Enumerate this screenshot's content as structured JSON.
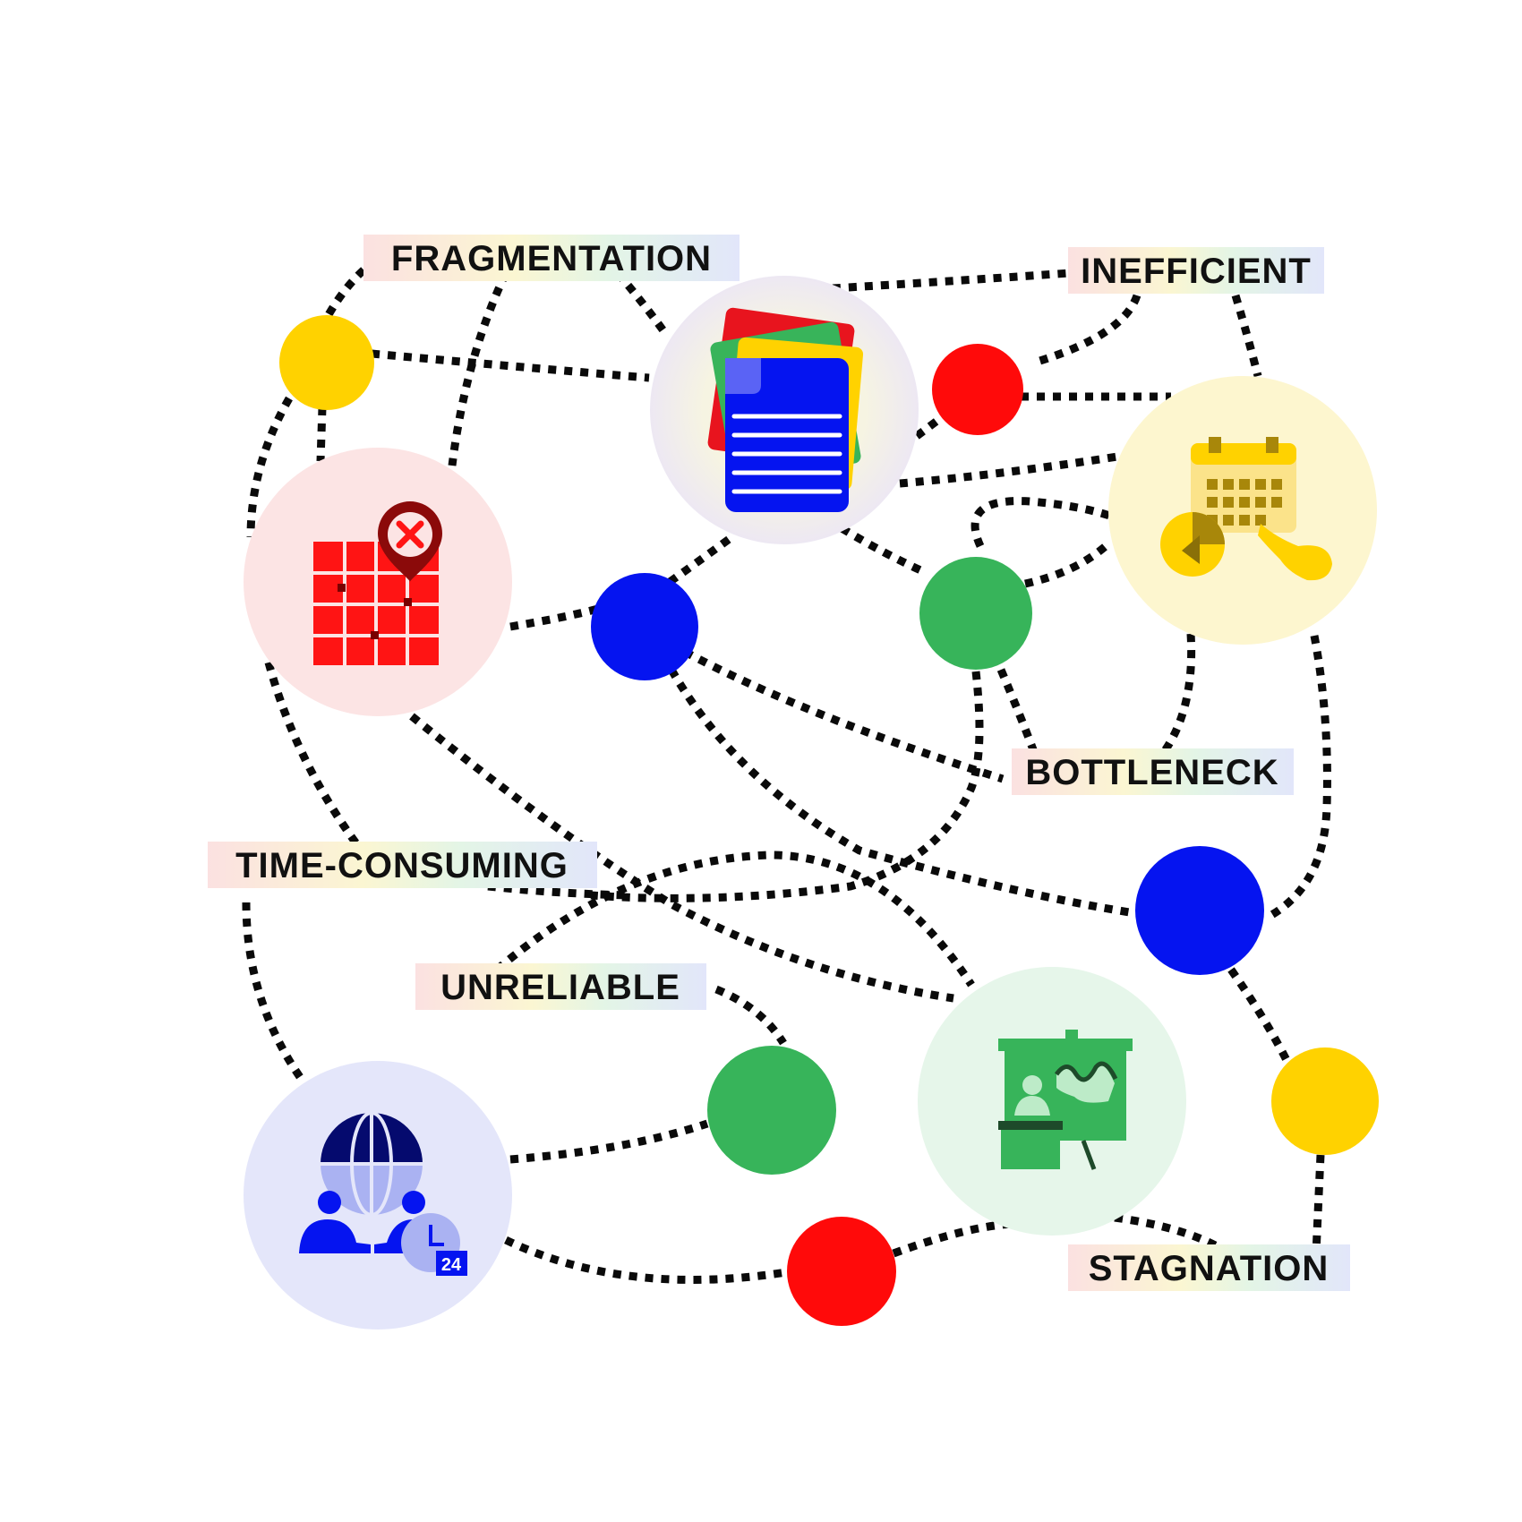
{
  "labels": {
    "fragmentation": "FRAGMENTATION",
    "inefficient": "INEFFICIENT",
    "bottleneck": "BOTTLENECK",
    "time_consuming": "TIME-CONSUMING",
    "unreliable": "UNRELIABLE",
    "stagnation": "STAGNATION"
  },
  "icons": {
    "documents": "stacked-documents-icon",
    "grid": "grid-with-error-pin-icon",
    "calendar": "calendar-with-clock-icon",
    "presentation": "presentation-board-icon",
    "global": "global-meeting-24-icon",
    "global_badge": "24"
  },
  "colors": {
    "yellow": "#FFD200",
    "red": "#FF0A0A",
    "blue": "#0514F0",
    "green": "#37B45A",
    "dots": "#0a0a0a"
  }
}
